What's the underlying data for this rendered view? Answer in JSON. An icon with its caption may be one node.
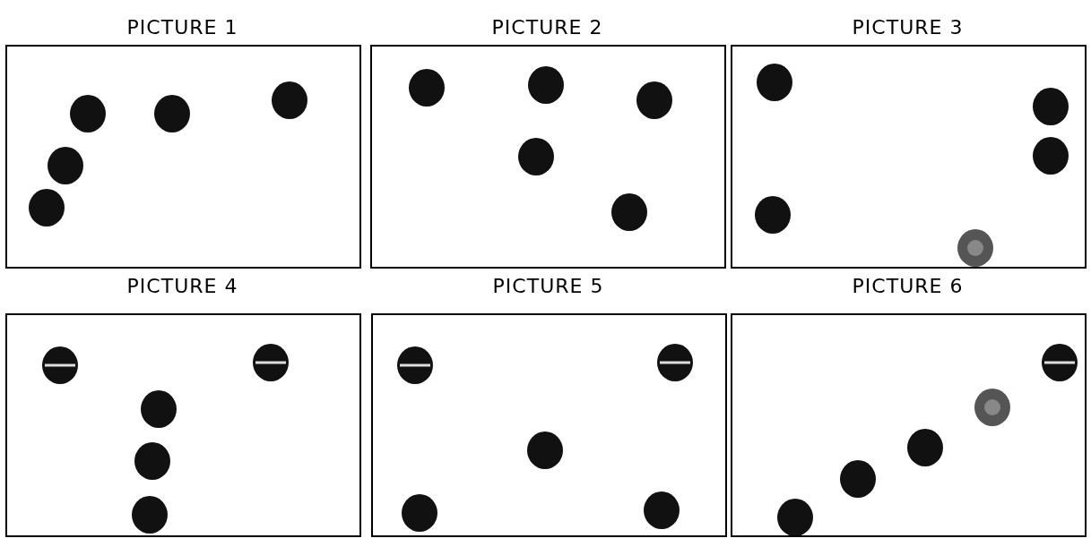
{
  "diagram": {
    "nodes": [
      {
        "text": [
          "PICTURE 1"
        ]
      },
      {
        "text": [
          "PICTURE 2"
        ]
      },
      {
        "text": [
          "PICTURE 3"
        ]
      },
      {
        "text": [
          "PICTURE 4"
        ]
      },
      {
        "text": [
          "PICTURE 5"
        ]
      },
      {
        "text": [
          "PICTURE 6"
        ]
      }
    ]
  }
}
